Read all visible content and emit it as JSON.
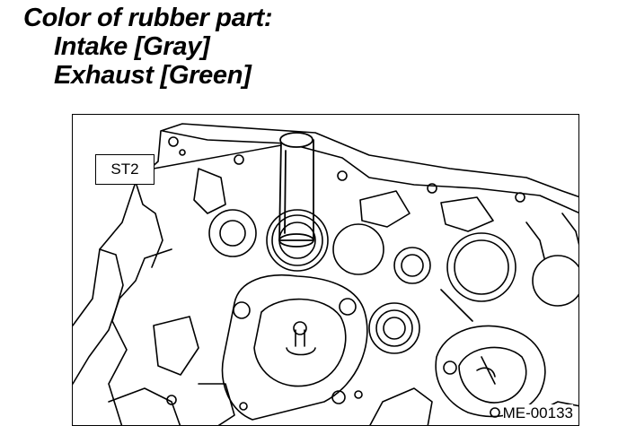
{
  "heading": {
    "line1": "Color of rubber part:",
    "line2": "Intake [Gray]",
    "line3": "Exhaust [Green]"
  },
  "figure": {
    "callout_label": "ST2",
    "figure_id": "ME-00133"
  }
}
